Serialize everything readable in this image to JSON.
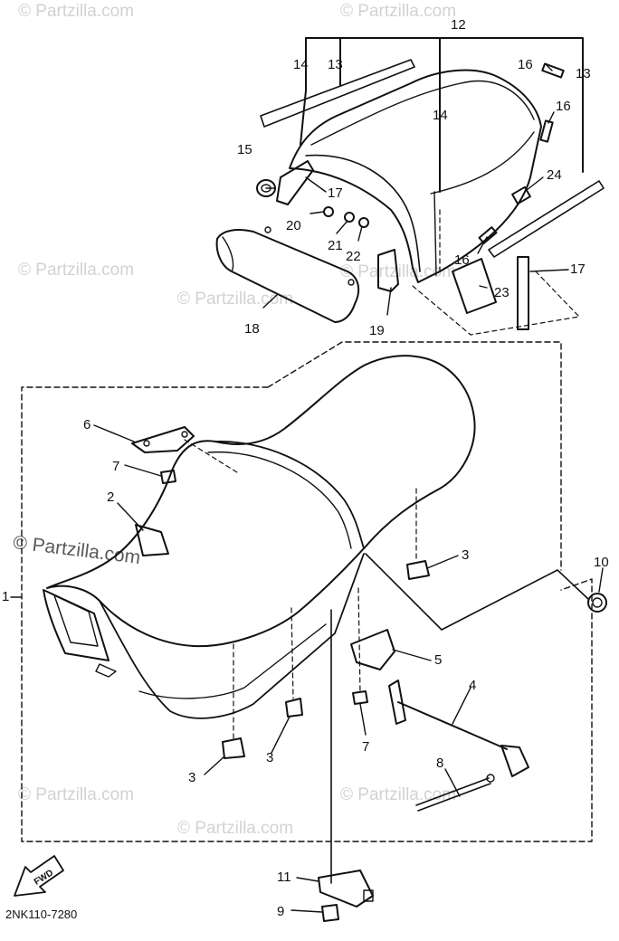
{
  "watermark": {
    "text": "© Partzilla.com",
    "strong_text": "© Partzilla.com"
  },
  "diagram_code": "2NK110-7280",
  "fwd_label": "FWD",
  "callouts": {
    "c1": "1",
    "c2": "2",
    "c3a": "3",
    "c3b": "3",
    "c3c": "3",
    "c4": "4",
    "c5": "5",
    "c6": "6",
    "c7a": "7",
    "c7b": "7",
    "c8": "8",
    "c9": "9",
    "c10": "10",
    "c11": "11",
    "c12": "12",
    "c13a": "13",
    "c13b": "13",
    "c14a": "14",
    "c14b": "14",
    "c15": "15",
    "c16a": "16",
    "c16b": "16",
    "c16c": "16",
    "c17a": "17",
    "c17b": "17",
    "c18": "18",
    "c19": "19",
    "c20": "20",
    "c21": "21",
    "c22": "22",
    "c23": "23",
    "c24": "24"
  }
}
